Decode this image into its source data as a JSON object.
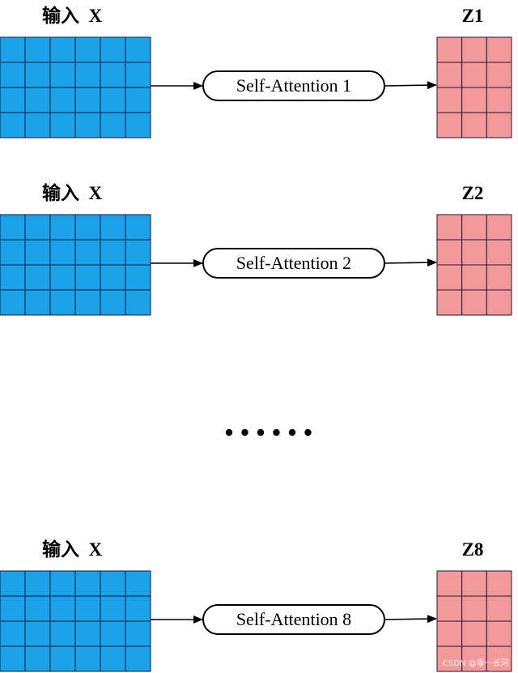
{
  "colors": {
    "input_fill": "#1aa3e8",
    "output_fill": "#f4999a",
    "grid_line": "#1a1a3a",
    "arrow": "#000000"
  },
  "rows": [
    {
      "input_label": "输入  X",
      "output_label": "Z1",
      "attention_label": "Self-Attention 1",
      "input_grid": {
        "rows": 4,
        "cols": 6
      },
      "output_grid": {
        "rows": 4,
        "cols": 3
      }
    },
    {
      "input_label": "输入  X",
      "output_label": "Z2",
      "attention_label": "Self-Attention 2",
      "input_grid": {
        "rows": 4,
        "cols": 6
      },
      "output_grid": {
        "rows": 4,
        "cols": 3
      }
    },
    {
      "input_label": "输入  X",
      "output_label": "Z8",
      "attention_label": "Self-Attention 8",
      "input_grid": {
        "rows": 4,
        "cols": 6
      },
      "output_grid": {
        "rows": 4,
        "cols": 3
      }
    }
  ],
  "ellipsis": {
    "dot_count": 6,
    "dot_icon": "ellipsis-dots-icon"
  },
  "watermark": "CSDN @零一长河"
}
